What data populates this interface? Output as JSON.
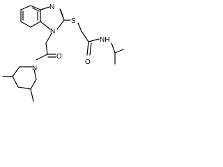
{
  "molecule": {
    "atoms": {
      "n_ring_top": "N",
      "n_ring_bottom": "N",
      "s_thioether": "S",
      "o_amide_left": "O",
      "n_piperidine": "N",
      "o_amide_right": "O",
      "nh_amide": "NH"
    }
  }
}
